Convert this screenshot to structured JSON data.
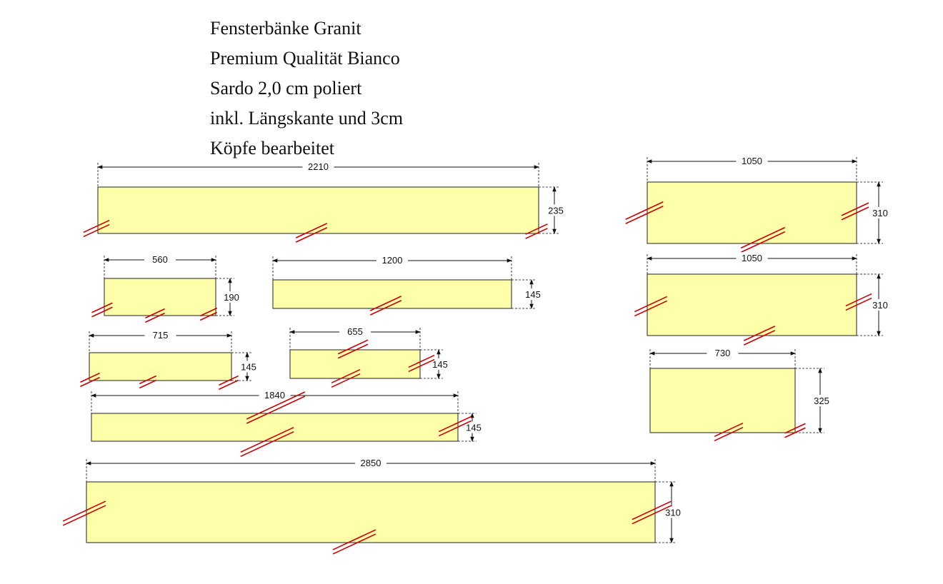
{
  "title_lines": [
    "Fensterbänke Granit",
    "Premium Qualität Bianco",
    "Sardo 2,0 cm poliert",
    "inkl. Längskante und 3cm",
    "Köpfe bearbeitet"
  ],
  "colors": {
    "panel_fill": "#FFFFAA",
    "panel_stroke": "#222222",
    "edge_mark": "#CC0000",
    "dimension_line": "#111111"
  },
  "panels": [
    {
      "id": "panel-2210x235",
      "length": "2210",
      "depth": "235"
    },
    {
      "id": "panel-1050x310-a",
      "length": "1050",
      "depth": "310"
    },
    {
      "id": "panel-560x190",
      "length": "560",
      "depth": "190"
    },
    {
      "id": "panel-1200x145",
      "length": "1200",
      "depth": "145"
    },
    {
      "id": "panel-1050x310-b",
      "length": "1050",
      "depth": "310"
    },
    {
      "id": "panel-715x145",
      "length": "715",
      "depth": "145"
    },
    {
      "id": "panel-655x145",
      "length": "655",
      "depth": "145"
    },
    {
      "id": "panel-730x325",
      "length": "730",
      "depth": "325"
    },
    {
      "id": "panel-1840x145",
      "length": "1840",
      "depth": "145"
    },
    {
      "id": "panel-2850x310",
      "length": "2850",
      "depth": "310"
    }
  ]
}
